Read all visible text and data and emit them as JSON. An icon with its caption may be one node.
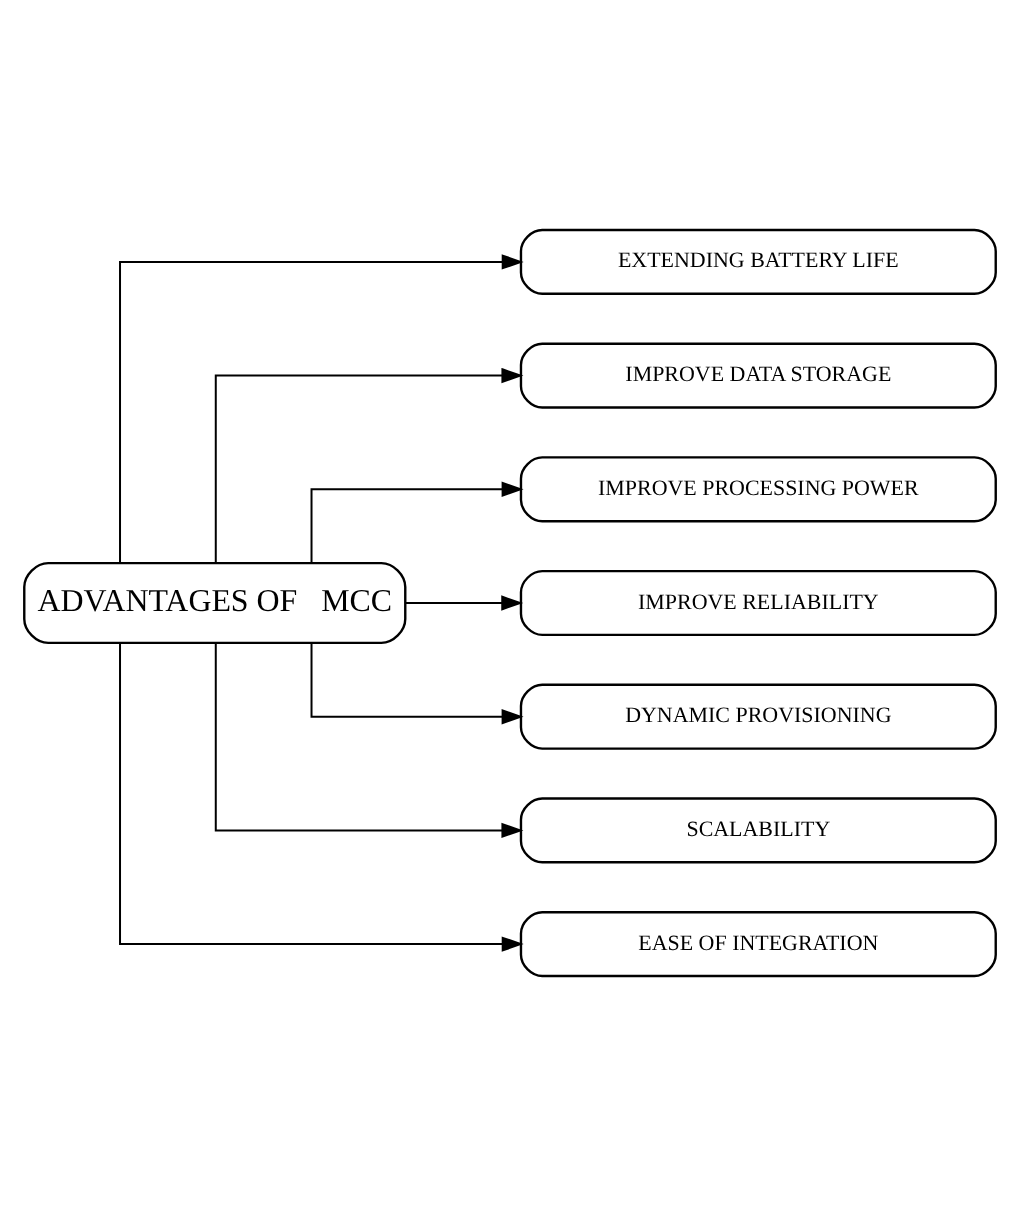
{
  "diagram": {
    "nodes": [
      {
        "text": [
          "ADVANTAGES OF   MCC"
        ]
      },
      {
        "text": [
          "EXTENDING BATTERY LIFE"
        ]
      },
      {
        "text": [
          "IMPROVE DATA STORAGE"
        ]
      },
      {
        "text": [
          "IMPROVE PROCESSING POWER"
        ]
      },
      {
        "text": [
          "IMPROVE RELIABILITY"
        ]
      },
      {
        "text": [
          "DYNAMIC PROVISIONING"
        ]
      },
      {
        "text": [
          "SCALABILITY"
        ]
      },
      {
        "text": [
          "EASE OF INTEGRATION"
        ]
      }
    ],
    "edges": [
      {
        "from": 0,
        "to": 1,
        "arrow": "to"
      },
      {
        "from": 0,
        "to": 2,
        "arrow": "to"
      },
      {
        "from": 0,
        "to": 3,
        "arrow": "to"
      },
      {
        "from": 0,
        "to": 4,
        "arrow": "to"
      },
      {
        "from": 0,
        "to": 5,
        "arrow": "to"
      },
      {
        "from": 0,
        "to": 6,
        "arrow": "to"
      },
      {
        "from": 0,
        "to": 7,
        "arrow": "to"
      }
    ]
  }
}
